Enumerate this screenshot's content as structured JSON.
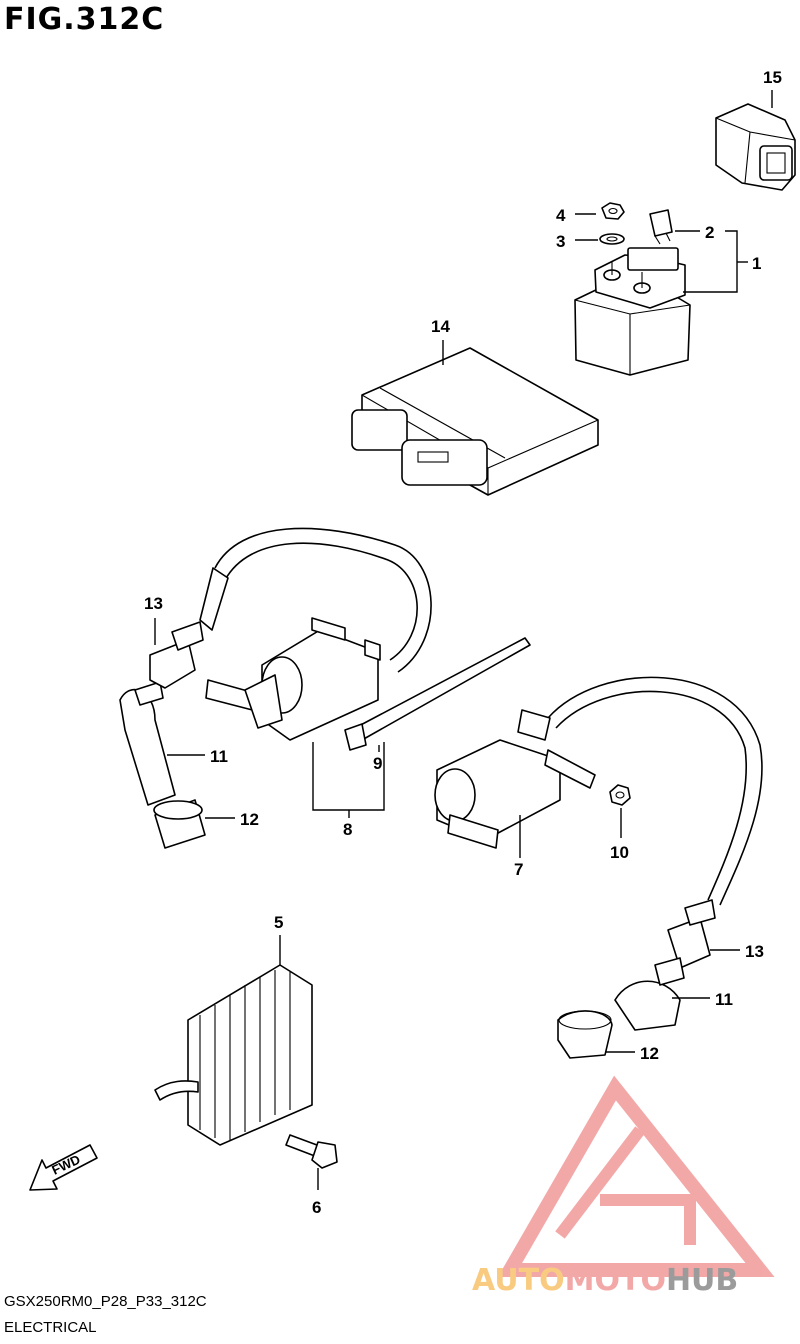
{
  "figure_title": "FIG.312C",
  "model_code": "GSX250RM0_P28_P33_312C",
  "section_label": "ELECTRICAL",
  "fwd_label": "FWD",
  "callouts": {
    "c1": "1",
    "c2": "2",
    "c3": "3",
    "c4": "4",
    "c5": "5",
    "c6": "6",
    "c7": "7",
    "c8": "8",
    "c9": "9",
    "c10": "10",
    "c11a": "11",
    "c11b": "11",
    "c12a": "12",
    "c12b": "12",
    "c13a": "13",
    "c13b": "13",
    "c14": "14",
    "c15": "15"
  },
  "watermark": {
    "part1": "AUTO",
    "part2": "MOTO",
    "part3": "HUB",
    "color_primary": "#f29a9a",
    "color_secondary": "#f7c36b",
    "color_tertiary": "#8a8a8a"
  }
}
